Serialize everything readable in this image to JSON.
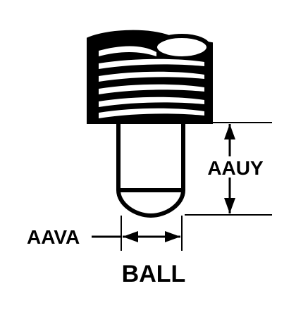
{
  "labels": {
    "height_dimension": "AAUY",
    "width_dimension": "AAVA",
    "caption": "BALL"
  },
  "colors": {
    "ink": "#000000",
    "paper": "#ffffff"
  }
}
